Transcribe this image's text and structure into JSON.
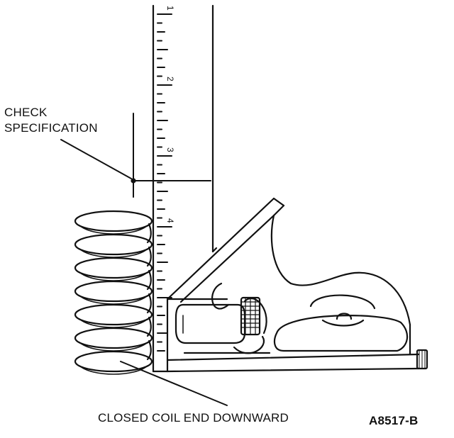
{
  "callout": {
    "line1": "CHECK",
    "line2": "SPECIFICATION"
  },
  "caption": "CLOSED COIL END DOWNWARD",
  "figure_id": "A8517-B",
  "ruler": {
    "numbers": [
      "1",
      "2",
      "3",
      "4"
    ]
  },
  "colors": {
    "ink": "#111111",
    "paper": "#ffffff"
  }
}
